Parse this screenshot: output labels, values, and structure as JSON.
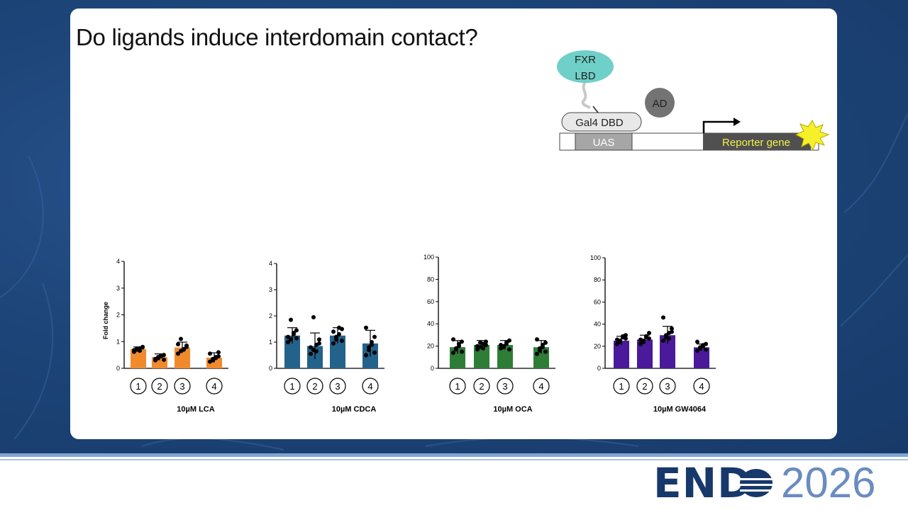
{
  "slide": {
    "title": "Do ligands induce interdomain contact?"
  },
  "diagram": {
    "lbd_line1": "FXR",
    "lbd_line2": "LBD",
    "ad": "AD",
    "dbd": "Gal4 DBD",
    "uas": "UAS",
    "reporter": "Reporter gene"
  },
  "logo": {
    "end": "END",
    "year": "2026"
  },
  "colors": {
    "lca": "#f08a2c",
    "cdca": "#23628a",
    "oca": "#2e7d36",
    "gw4064": "#4a1a9a",
    "lbd": "#6ed0c8",
    "reporter_text": "#f4f04a",
    "navy": "#17386b"
  },
  "chart_data": [
    {
      "type": "bar",
      "xlabel": "10µM LCA",
      "ylabel": "Fold change",
      "ylim": [
        0,
        4
      ],
      "yticks": [
        0,
        1,
        2,
        3,
        4
      ],
      "categories": [
        "1",
        "2",
        "3",
        "4"
      ],
      "values": [
        0.72,
        0.42,
        0.78,
        0.4
      ],
      "errors": [
        0.08,
        0.12,
        0.2,
        0.18
      ],
      "color": "#f08a2c",
      "points": [
        [
          0.62,
          0.7,
          0.75,
          0.8,
          0.68,
          0.74,
          0.66,
          0.78
        ],
        [
          0.3,
          0.38,
          0.45,
          0.5,
          0.35,
          0.42,
          0.48,
          0.32
        ],
        [
          0.55,
          0.65,
          0.72,
          0.8,
          0.9,
          1.1,
          0.7,
          0.85
        ],
        [
          0.25,
          0.3,
          0.38,
          0.45,
          0.55,
          0.35,
          0.42,
          0.6
        ]
      ]
    },
    {
      "type": "bar",
      "xlabel": "10µM CDCA",
      "ylabel": "",
      "ylim": [
        0,
        4
      ],
      "yticks": [
        0,
        1,
        2,
        3,
        4
      ],
      "categories": [
        "1",
        "2",
        "3",
        "4"
      ],
      "values": [
        1.25,
        0.85,
        1.25,
        0.95
      ],
      "errors": [
        0.3,
        0.5,
        0.3,
        0.5
      ],
      "color": "#23628a",
      "points": [
        [
          1.0,
          1.1,
          1.3,
          1.45,
          1.2,
          1.85,
          1.35,
          1.15
        ],
        [
          0.55,
          0.7,
          0.9,
          1.1,
          0.8,
          1.95,
          0.65,
          0.95
        ],
        [
          0.95,
          1.1,
          1.3,
          1.5,
          1.4,
          1.2,
          1.55,
          1.05
        ],
        [
          0.5,
          0.7,
          0.9,
          1.2,
          1.55,
          0.8,
          1.0,
          0.6
        ]
      ]
    },
    {
      "type": "bar",
      "xlabel": "10µM OCA",
      "ylabel": "",
      "ylim": [
        0,
        100
      ],
      "yticks": [
        0,
        20,
        40,
        60,
        80,
        100
      ],
      "categories": [
        "1",
        "2",
        "3",
        "4"
      ],
      "values": [
        19,
        21,
        21,
        19
      ],
      "errors": [
        6,
        4,
        4,
        6
      ],
      "color": "#2e7d36",
      "points": [
        [
          14,
          17,
          20,
          24,
          26,
          18,
          22,
          15
        ],
        [
          17,
          19,
          22,
          24,
          20,
          23,
          18,
          21
        ],
        [
          18,
          20,
          22,
          25,
          21,
          19,
          23,
          17
        ],
        [
          13,
          16,
          19,
          23,
          26,
          18,
          21,
          15
        ]
      ]
    },
    {
      "type": "bar",
      "xlabel": "10µM GW4064",
      "ylabel": "",
      "ylim": [
        0,
        100
      ],
      "yticks": [
        0,
        20,
        40,
        60,
        80,
        100
      ],
      "categories": [
        "1",
        "2",
        "3",
        "4"
      ],
      "values": [
        25,
        26,
        30,
        19
      ],
      "errors": [
        4,
        4,
        8,
        3
      ],
      "color": "#4a1a9a",
      "points": [
        [
          22,
          25,
          28,
          30,
          26,
          24,
          29,
          27
        ],
        [
          22,
          25,
          28,
          32,
          26,
          24,
          29,
          27
        ],
        [
          25,
          28,
          32,
          36,
          46,
          30,
          27,
          33
        ],
        [
          16,
          18,
          20,
          22,
          24,
          19,
          21,
          17
        ]
      ]
    }
  ]
}
